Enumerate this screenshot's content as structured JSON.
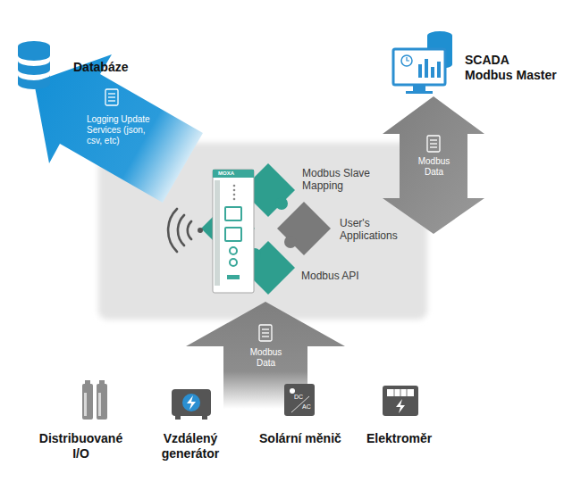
{
  "diagram": {
    "nodes": [
      {
        "text": [
          "Databáze"
        ]
      },
      {
        "text": [
          "Logging Update Services (json, csv, etc)"
        ]
      },
      {
        "text": [
          "SCADA Modbus Master"
        ]
      },
      {
        "text": [
          "Modbus Data"
        ]
      },
      {
        "text": [
          "Modbus Slave Mapping"
        ]
      },
      {
        "text": [
          "User's Applications"
        ]
      },
      {
        "text": [
          "Modbus API"
        ]
      },
      {
        "text": [
          "Modbus Data"
        ]
      },
      {
        "text": [
          "Distribuované I/O"
        ]
      },
      {
        "text": [
          "Vzdálený generátor"
        ]
      },
      {
        "text": [
          "Solární měnič"
        ]
      },
      {
        "text": [
          "Elektroměr"
        ]
      }
    ],
    "labels": [
      "MOXA",
      "DC",
      "AC"
    ]
  }
}
